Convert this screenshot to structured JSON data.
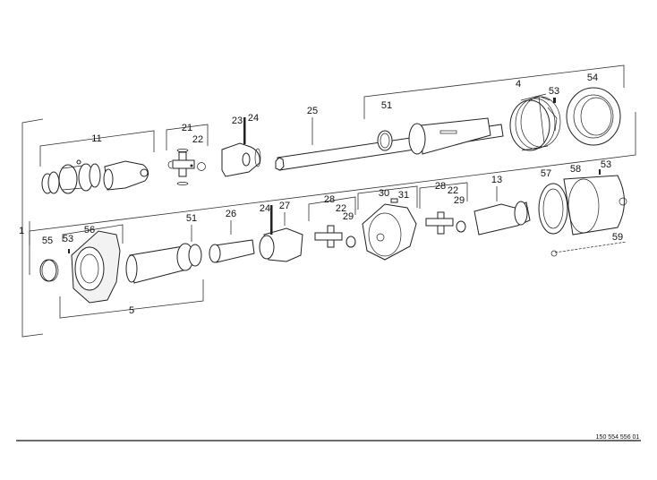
{
  "diagram": {
    "type": "exploded-parts-drawing",
    "callouts": [
      "1",
      "4",
      "5",
      "11",
      "21",
      "22",
      "23",
      "24",
      "25",
      "51",
      "53",
      "54",
      "55",
      "53",
      "56",
      "51",
      "26",
      "24",
      "27",
      "28",
      "22",
      "29",
      "30",
      "31",
      "28",
      "22",
      "29",
      "13",
      "57",
      "58",
      "53",
      "59"
    ],
    "document_number": "150 554 556 01",
    "colors": {
      "line": "#222222",
      "background": "#ffffff"
    }
  }
}
